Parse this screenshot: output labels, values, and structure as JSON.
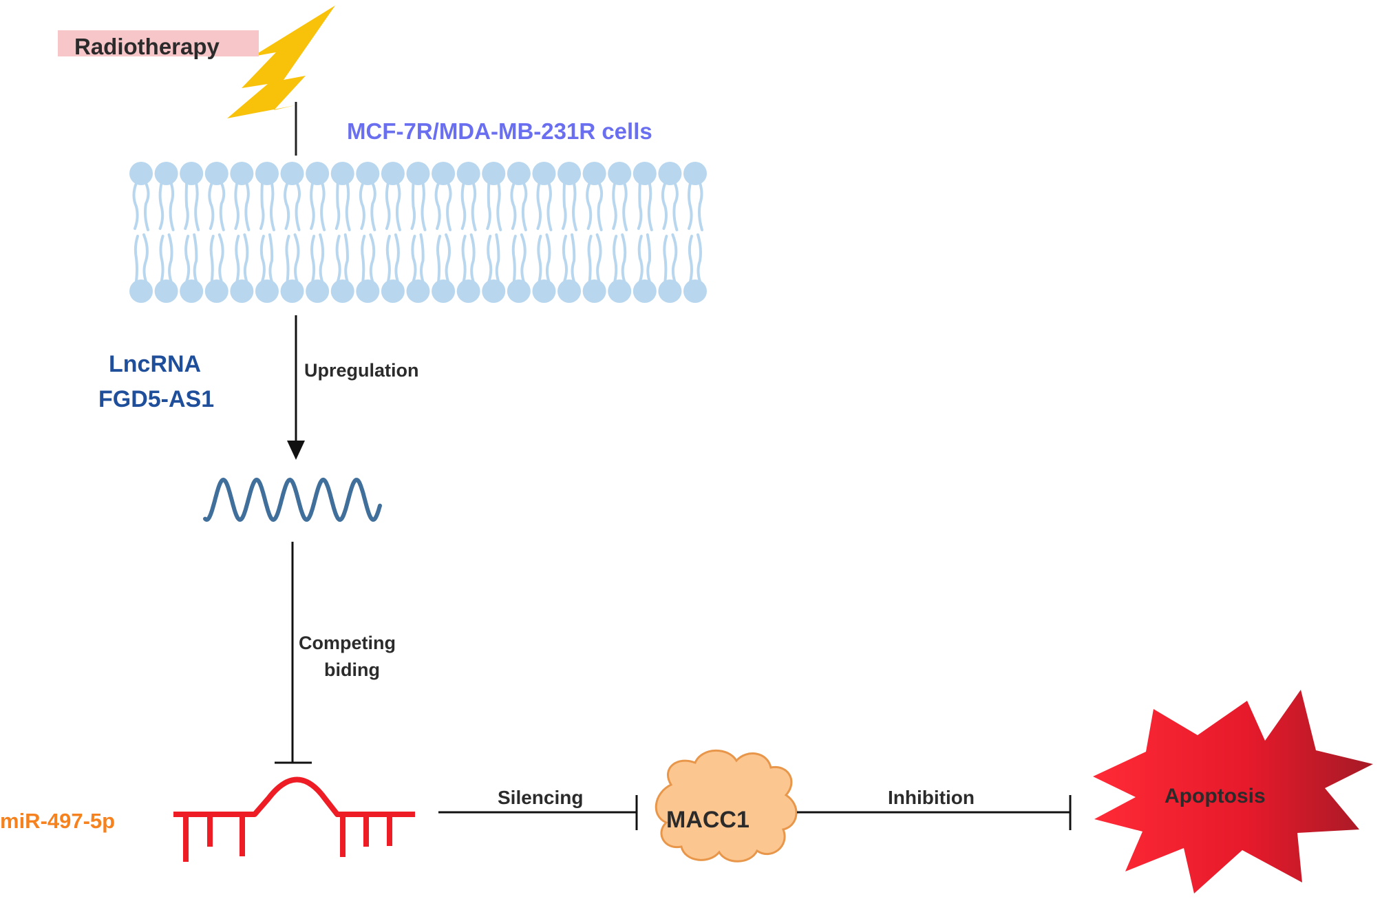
{
  "treatment": {
    "label": "Radiotherapy",
    "box_color": "#f7c6c9",
    "icon": "lightning-bolt-icon",
    "icon_color": "#f8c10a"
  },
  "cells": {
    "label": "MCF-7R/MDA-MB-231R cells",
    "color": "#6a6ff0",
    "membrane_icon": "lipid-bilayer-icon",
    "membrane_color": "#b8d7ef"
  },
  "lncrna": {
    "line1": "LncRNA",
    "line2": "FGD5-AS1",
    "color": "#1f4e9a",
    "icon": "rna-wave-icon",
    "icon_color": "#3f6f9a"
  },
  "edges": {
    "upregulation": "Upregulation",
    "competing_line1": "Competing",
    "competing_line2": "biding",
    "silencing": "Silencing",
    "inhibition": "Inhibition"
  },
  "mirna": {
    "label": "miR-497-5p",
    "color": "#f5821f",
    "icon": "mirna-hairpin-icon",
    "icon_color": "#ee1c24"
  },
  "macc1": {
    "label": "MACC1",
    "fill_color": "#fcc691",
    "stroke_color": "#e8964a"
  },
  "apoptosis": {
    "label": "Apoptosis",
    "color": "#e8192c",
    "dark_color": "#a81826"
  },
  "text_color": "#2b2b2b"
}
